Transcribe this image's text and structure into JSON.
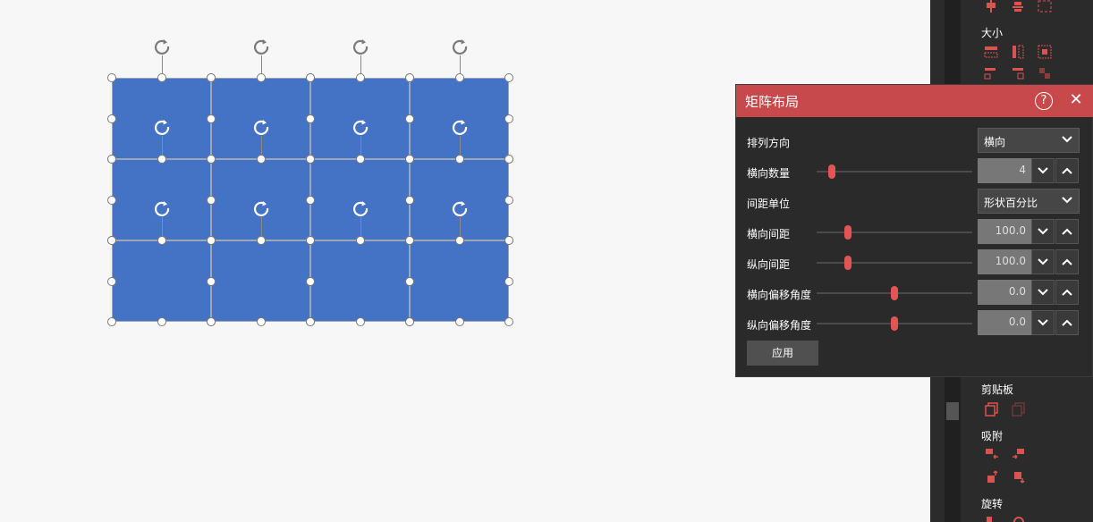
{
  "dialog": {
    "title": "矩阵布局",
    "rows": {
      "arrange_direction": {
        "label": "排列方向",
        "value": "横向"
      },
      "horizontal_count": {
        "label": "横向数量",
        "value": "4",
        "slider_fraction": 0.1
      },
      "spacing_unit": {
        "label": "间距单位",
        "value": "形状百分比"
      },
      "horizontal_spacing": {
        "label": "横向间距",
        "value": "100.0",
        "slider_fraction": 0.2
      },
      "vertical_spacing": {
        "label": "纵向间距",
        "value": "100.0",
        "slider_fraction": 0.2
      },
      "horizontal_offset_angle": {
        "label": "横向偏移角度",
        "value": "0.0",
        "slider_fraction": 0.5
      },
      "vertical_offset_angle": {
        "label": "纵向偏移角度",
        "value": "0.0",
        "slider_fraction": 0.5
      }
    },
    "apply_label": "应用"
  },
  "right_panel": {
    "sections": {
      "size": "大小",
      "clipboard": "剪贴板",
      "snap": "吸附",
      "rotate": "旋转"
    }
  },
  "colors": {
    "shape_fill": "#4472c4",
    "dialog_header": "#c8494b",
    "slider_thumb": "#e35555",
    "icon_red": "#d9534f"
  },
  "grid": {
    "columns": 4,
    "rows": 3,
    "rotation_handles_rows": 2
  }
}
